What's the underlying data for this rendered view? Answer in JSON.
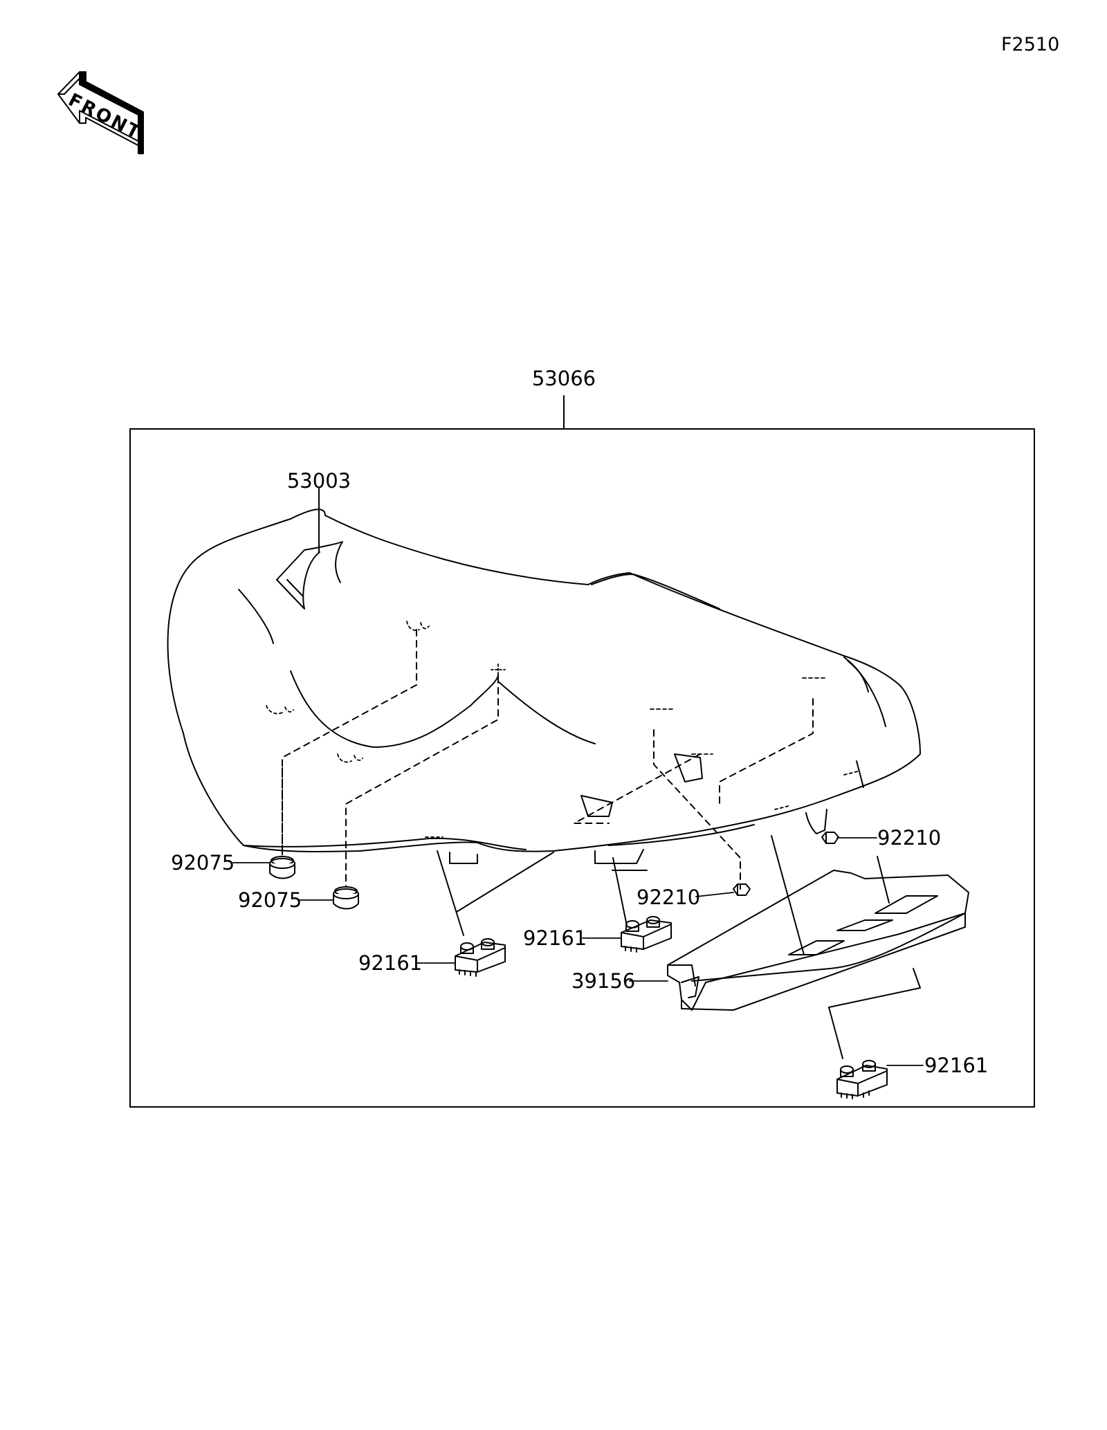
{
  "figure_code": "F2510",
  "front_label": "FRONT",
  "callouts": {
    "assembly": "53066",
    "cover": "53003",
    "tray": "39156",
    "damper_a": "92075",
    "damper_b": "92075",
    "nut_a": "92210",
    "nut_b": "92210",
    "clip_a": "92161",
    "clip_b": "92161",
    "clip_c": "92161"
  },
  "colors": {
    "line": "#000000",
    "background": "#ffffff"
  }
}
